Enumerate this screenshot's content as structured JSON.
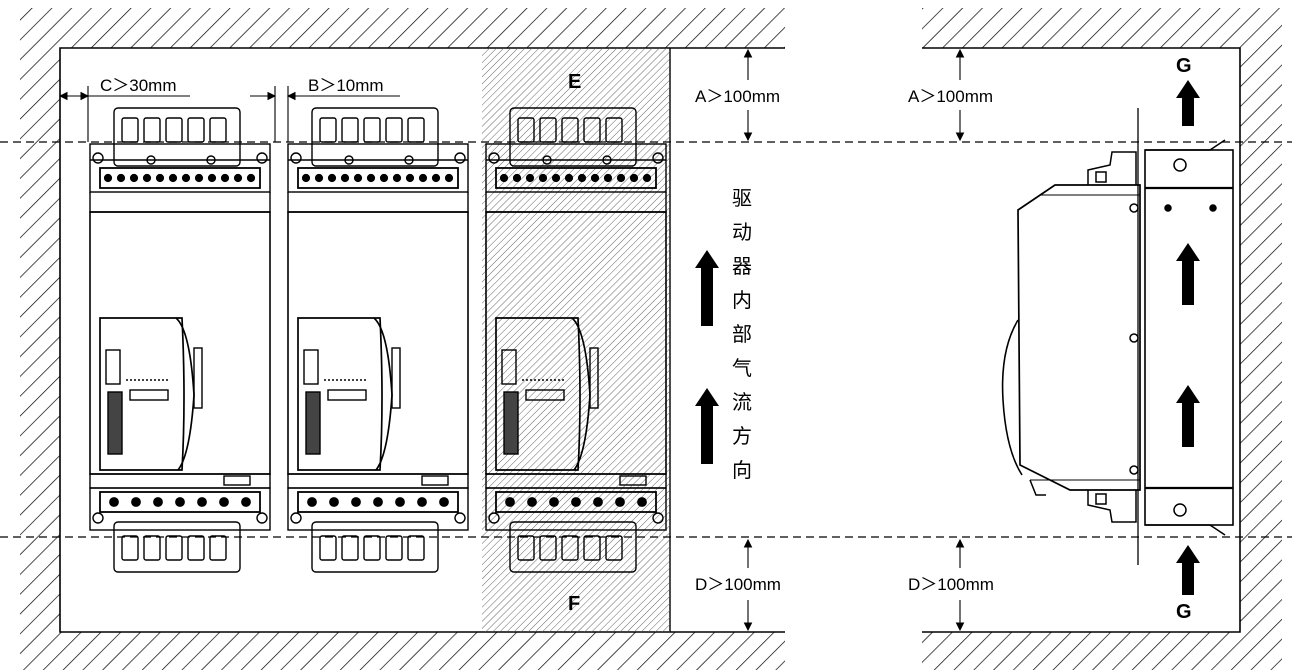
{
  "labels": {
    "clearance_c": "C＞30mm",
    "clearance_b": "B＞10mm",
    "clearance_a_front": "A＞100mm",
    "clearance_a_side": "A＞100mm",
    "clearance_d_front": "D＞100mm",
    "clearance_d_side": "D＞100mm",
    "zone_top": "E",
    "zone_bottom": "F",
    "airflow_side_top": "G",
    "airflow_side_bottom": "G",
    "airflow_text_chars": [
      "驱",
      "动",
      "器",
      "内",
      "部",
      "气",
      "流",
      "方",
      "向"
    ]
  },
  "colors": {
    "line": "#000000",
    "background": "#ffffff"
  }
}
